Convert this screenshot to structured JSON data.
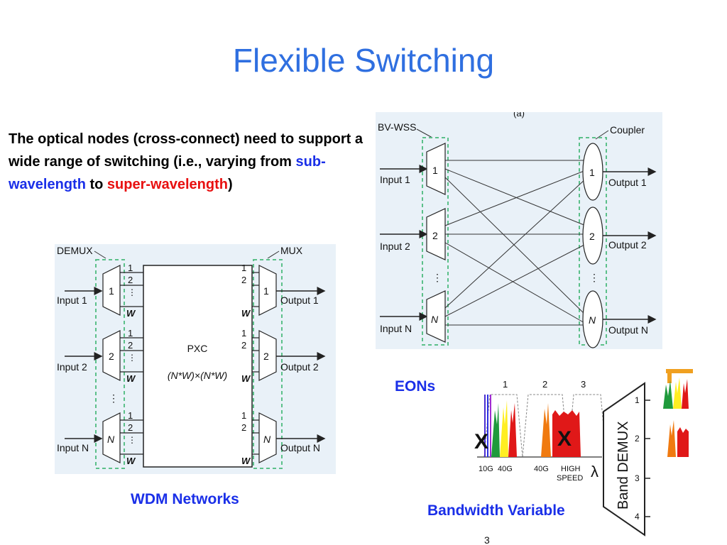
{
  "slide": {
    "title": "Flexible Switching",
    "desc_part1": "The optical nodes (cross-connect) need to support a wide range of switching (i.e., varying from ",
    "desc_sub": "sub-wavelength",
    "desc_to": " to ",
    "desc_super": "super-wavelength",
    "desc_end": ")",
    "caption_wdm": "WDM Networks",
    "caption_eons": "EONs",
    "caption_bv": "Bandwidth Variable"
  },
  "wdm_diagram": {
    "demux_label": "DEMUX",
    "mux_label": "MUX",
    "pxc_label": "PXC",
    "pxc_formula": "(N*W)×(N*W)",
    "ports": [
      "1",
      "2",
      "W"
    ],
    "rows": [
      {
        "id": "1",
        "input": "Input 1",
        "output": "Output 1"
      },
      {
        "id": "2",
        "input": "Input 2",
        "output": "Output 2"
      },
      {
        "id": "N",
        "input": "Input N",
        "output": "Output N"
      }
    ]
  },
  "bvwss_diagram": {
    "top_label": "(a)",
    "wss_label": "BV-WSS",
    "coupler_label": "Coupler",
    "rows": [
      {
        "id": "1",
        "input": "Input 1",
        "output": "Output 1"
      },
      {
        "id": "2",
        "input": "Input 2",
        "output": "Output 2"
      },
      {
        "id": "N",
        "input": "Input N",
        "output": "Output N"
      }
    ]
  },
  "eon_diagram": {
    "slot_labels": [
      "1",
      "2",
      "3"
    ],
    "rate_labels": [
      "10G",
      "40G",
      "40G",
      "HIGH",
      "SPEED"
    ],
    "lambda_symbol": "λ",
    "demux_label": "Band DEMUX",
    "band_ticks": [
      "1",
      "2",
      "3",
      "4"
    ],
    "bottom_label": "3",
    "reject_mark": "X"
  }
}
